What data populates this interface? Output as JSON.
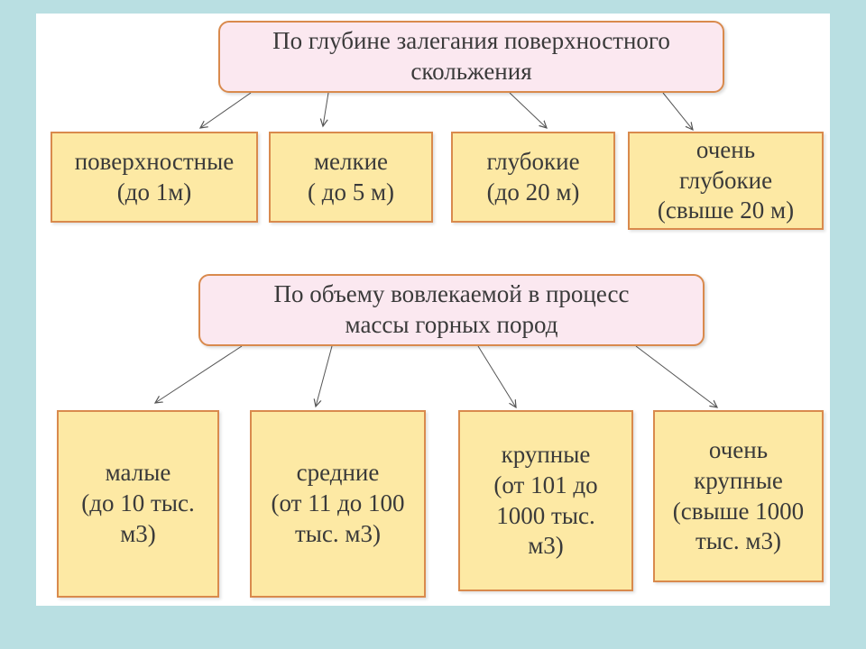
{
  "groups": [
    {
      "header": [
        "По глубине залегания поверхностного",
        "скольжения"
      ],
      "items": [
        [
          "поверхностные",
          "(до 1м)"
        ],
        [
          "мелкие",
          "( до 5 м)"
        ],
        [
          "глубокие",
          "(до 20 м)"
        ],
        [
          "очень",
          "глубокие",
          "(свыше 20 м)"
        ]
      ]
    },
    {
      "header": [
        "По объему вовлекаемой в процесс",
        "массы горных пород"
      ],
      "items": [
        [
          "малые",
          "(до 10 тыс.",
          "м3)"
        ],
        [
          "средние",
          "(от 11 до 100",
          "тыс. м3)"
        ],
        [
          "крупные",
          "(от 101 до",
          "1000 тыс.",
          "м3)"
        ],
        [
          "очень",
          "крупные",
          "(свыше 1000",
          "тыс. м3)"
        ]
      ]
    }
  ],
  "colors": {
    "background": "#b9dfe2",
    "header_fill": "#fbe8f0",
    "item_fill": "#fde9a4",
    "border": "#d98a4d"
  }
}
